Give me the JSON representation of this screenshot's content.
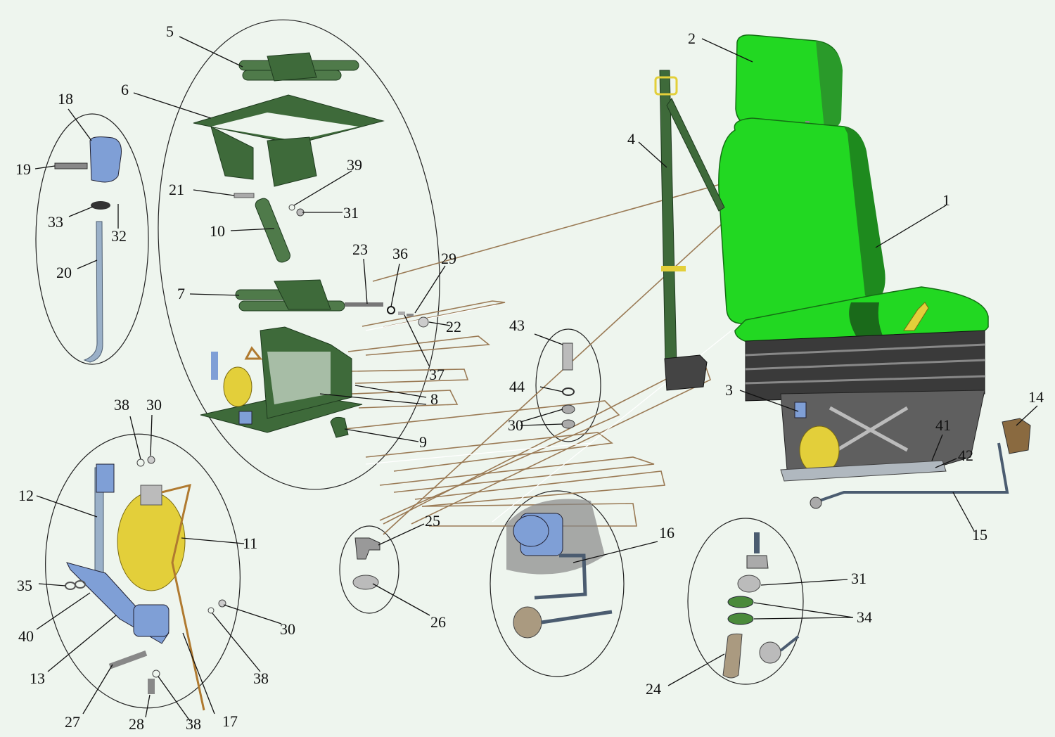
{
  "colors": {
    "background": "#eef5ee",
    "seat_green": "#22d822",
    "frame_green": "#3e6a3a",
    "part_blue": "#7f9fd6",
    "bellows_yellow": "#e3cf3a",
    "lead_brown": "#9a7a55"
  },
  "callouts": [
    {
      "id": "c1",
      "text": "1"
    },
    {
      "id": "c2",
      "text": "2"
    },
    {
      "id": "c3",
      "text": "3"
    },
    {
      "id": "c4",
      "text": "4"
    },
    {
      "id": "c5",
      "text": "5"
    },
    {
      "id": "c6",
      "text": "6"
    },
    {
      "id": "c7",
      "text": "7"
    },
    {
      "id": "c8",
      "text": "8"
    },
    {
      "id": "c9",
      "text": "9"
    },
    {
      "id": "c10",
      "text": "10"
    },
    {
      "id": "c11",
      "text": "11"
    },
    {
      "id": "c12",
      "text": "12"
    },
    {
      "id": "c13",
      "text": "13"
    },
    {
      "id": "c14",
      "text": "14"
    },
    {
      "id": "c15",
      "text": "15"
    },
    {
      "id": "c16",
      "text": "16"
    },
    {
      "id": "c17",
      "text": "17"
    },
    {
      "id": "c18",
      "text": "18"
    },
    {
      "id": "c19",
      "text": "19"
    },
    {
      "id": "c20",
      "text": "20"
    },
    {
      "id": "c21",
      "text": "21"
    },
    {
      "id": "c22",
      "text": "22"
    },
    {
      "id": "c23",
      "text": "23"
    },
    {
      "id": "c24",
      "text": "24"
    },
    {
      "id": "c25",
      "text": "25"
    },
    {
      "id": "c26",
      "text": "26"
    },
    {
      "id": "c27",
      "text": "27"
    },
    {
      "id": "c28",
      "text": "28"
    },
    {
      "id": "c29",
      "text": "29"
    },
    {
      "id": "c30a",
      "text": "30"
    },
    {
      "id": "c30b",
      "text": "30"
    },
    {
      "id": "c30c",
      "text": "30"
    },
    {
      "id": "c31a",
      "text": "31"
    },
    {
      "id": "c31b",
      "text": "31"
    },
    {
      "id": "c32",
      "text": "32"
    },
    {
      "id": "c33",
      "text": "33"
    },
    {
      "id": "c34",
      "text": "34"
    },
    {
      "id": "c35",
      "text": "35"
    },
    {
      "id": "c36",
      "text": "36"
    },
    {
      "id": "c37",
      "text": "37"
    },
    {
      "id": "c38a",
      "text": "38"
    },
    {
      "id": "c38b",
      "text": "38"
    },
    {
      "id": "c38c",
      "text": "38"
    },
    {
      "id": "c39",
      "text": "39"
    },
    {
      "id": "c40",
      "text": "40"
    },
    {
      "id": "c41",
      "text": "41"
    },
    {
      "id": "c42",
      "text": "42"
    },
    {
      "id": "c43",
      "text": "43"
    },
    {
      "id": "c44",
      "text": "44"
    }
  ]
}
